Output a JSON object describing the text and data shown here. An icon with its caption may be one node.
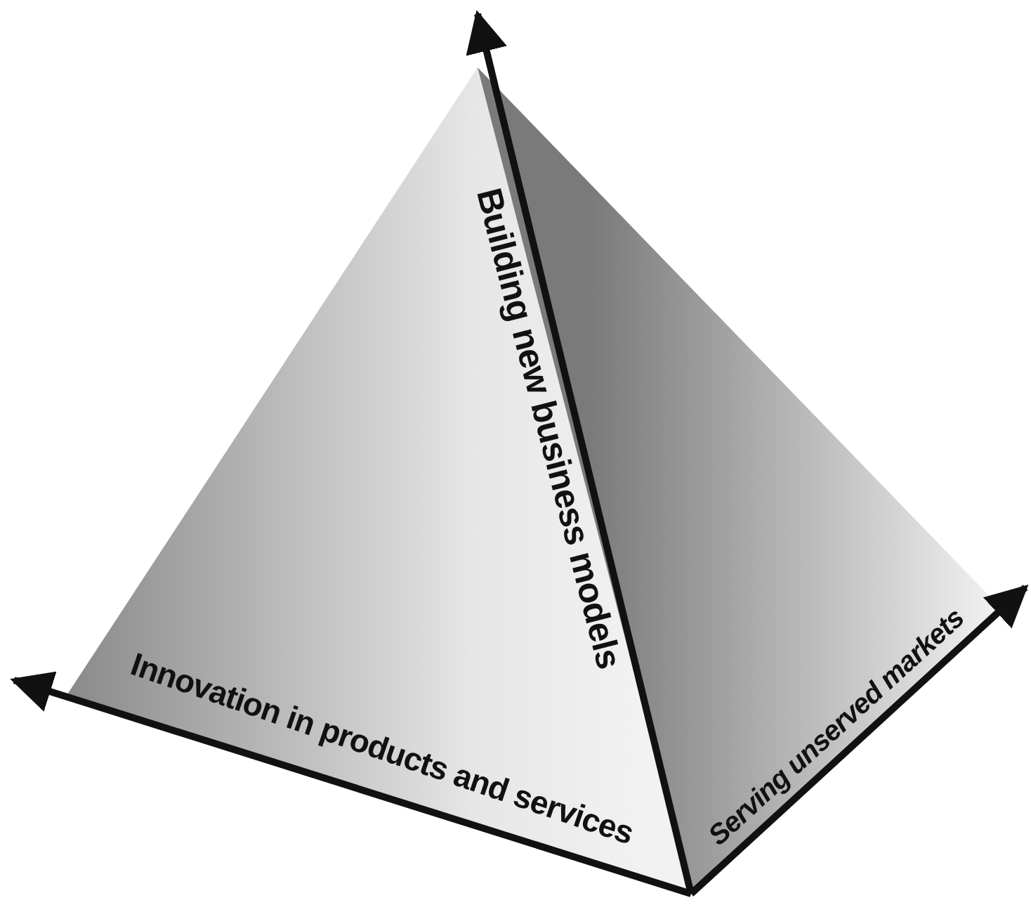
{
  "diagram": {
    "labels": [
      "Building new business models",
      "Innovation in products and services",
      "Serving unserved markets"
    ]
  }
}
